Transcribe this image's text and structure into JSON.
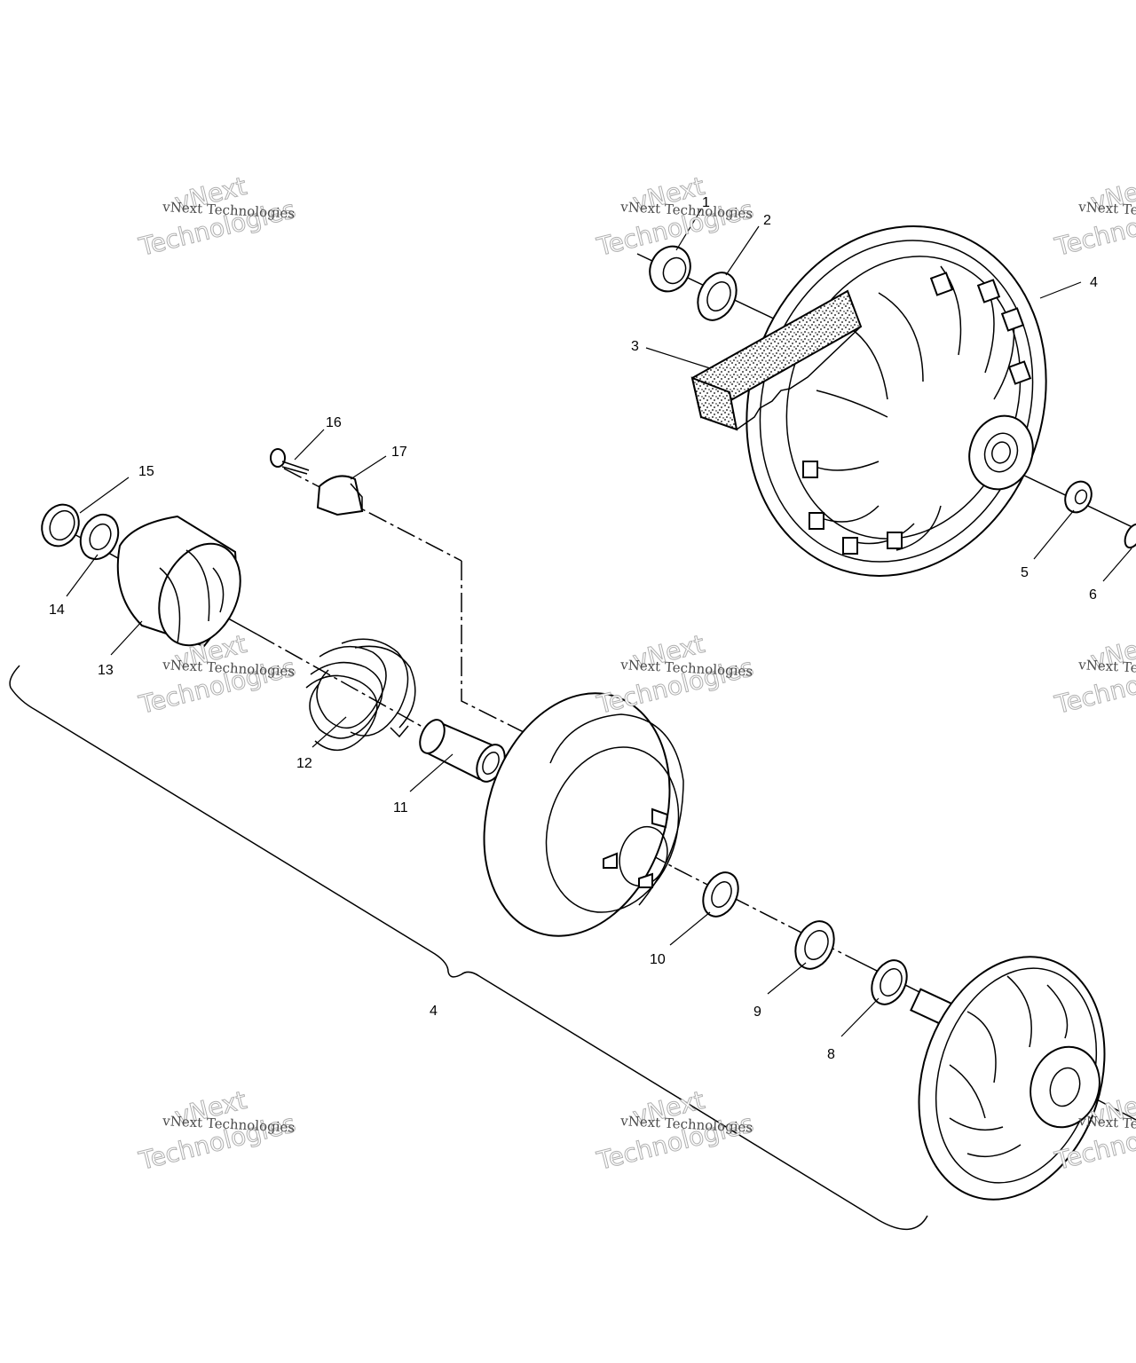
{
  "diagram": {
    "callouts": {
      "p1": "1",
      "p2": "2",
      "p3": "3",
      "p4_top": "4",
      "p5": "5",
      "p6": "6",
      "p8": "8",
      "p9": "9",
      "p10": "10",
      "p11": "11",
      "p12": "12",
      "p13": "13",
      "p14": "14",
      "p15": "15",
      "p16": "16",
      "p17": "17",
      "p4_bracket": "4"
    },
    "watermark": {
      "brand": "vNext Technologies",
      "word1": "vNext",
      "word2": "Technologies"
    }
  }
}
